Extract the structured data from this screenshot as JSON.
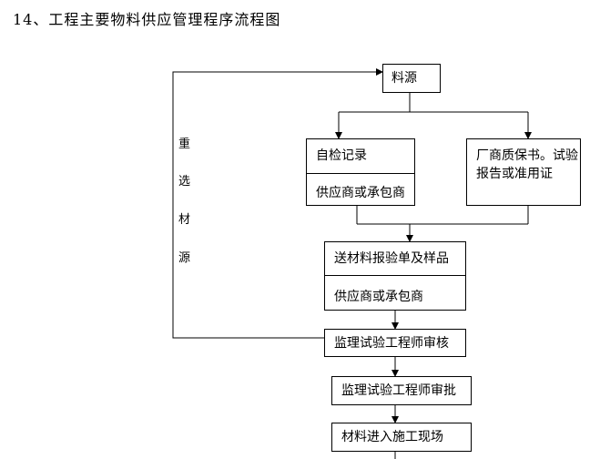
{
  "title": "14、工程主要物料供应管理程序流程图",
  "side_label": [
    "重",
    "选",
    "材",
    "源"
  ],
  "nodes": {
    "source": "料源",
    "self_check_title": "自检记录",
    "self_check_sub": "供应商或承包商",
    "mfr_cert_line1": "厂商质保书。试验",
    "mfr_cert_line2": "报告或准用证",
    "submit_title": "送材料报验单及样品",
    "submit_sub": "供应商或承包商",
    "review": "监理试验工程师审核",
    "approve": "监理试验工程师审批",
    "enter_site": "材料进入施工现场"
  }
}
